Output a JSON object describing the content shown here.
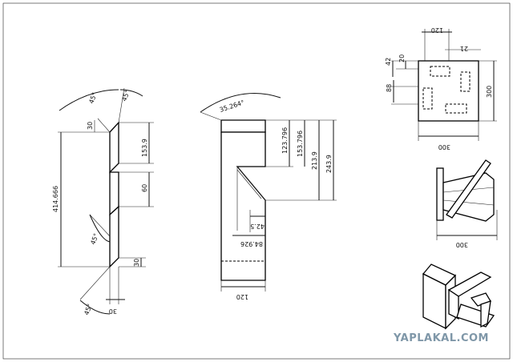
{
  "drawing": {
    "part1": {
      "angles": [
        "45°",
        "45°",
        "45°",
        "45°"
      ],
      "dims": [
        "30",
        "153.9",
        "60",
        "30",
        "414.666",
        "30"
      ]
    },
    "part2": {
      "angles": [
        "35.264°"
      ],
      "dims": [
        "123.796",
        "153.796",
        "213.9",
        "243.9",
        "42.5",
        "84.926",
        "120"
      ]
    },
    "plan": {
      "dims": [
        "120",
        "21",
        "42",
        "20",
        "88",
        "300",
        "300"
      ]
    },
    "side": {
      "dims": [
        "300"
      ]
    }
  },
  "watermark": "YAPLAKAL.COM"
}
